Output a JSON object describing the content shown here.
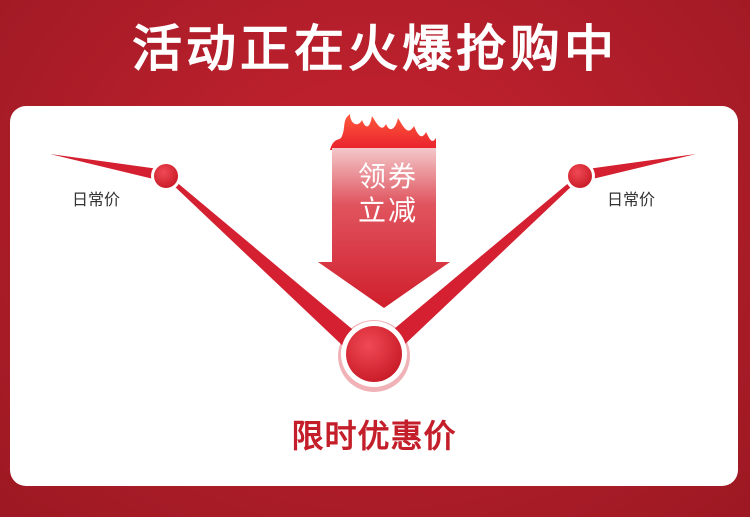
{
  "banner": {
    "title": "活动正在火爆抢购中"
  },
  "panel": {
    "regular_price_left": "日常价",
    "regular_price_right": "日常价",
    "coupon_line1": "领券",
    "coupon_line2": "立减",
    "promo_price_label": "限时优惠价"
  },
  "icons": {
    "flame": "flame-icon",
    "down_arrow": "down-arrow-icon"
  },
  "colors": {
    "background_red": "#b81f2c",
    "accent_red": "#d42030",
    "panel_white": "#ffffff",
    "promo_text": "#c41e2a"
  }
}
